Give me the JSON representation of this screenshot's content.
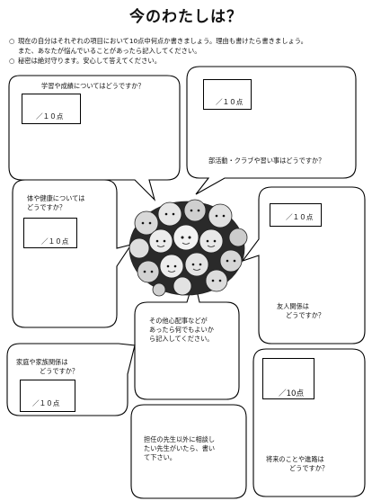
{
  "title": "今のわたしは？",
  "instructions": [
    {
      "bullet": "○",
      "text": "現在の自分はそれぞれの項目において10点中何点か書きましょう。理由も書けたら書きましょう。"
    },
    {
      "bullet": "",
      "text": "また、あなたが悩んでいることがあったら記入してください。"
    },
    {
      "bullet": "○",
      "text": "秘密は絶対守ります。安心して答えてください。"
    }
  ],
  "questions": {
    "study": "学習や成績についてはどうですか？",
    "club": "部活動・クラブや習い事はどうですか？",
    "health_line1": "体や健康については",
    "health_line2": "どうですか？",
    "friends_line1": "友人関係は",
    "friends_line2": "どうですか？",
    "other_line1": "その他心配事などが",
    "other_line2": "あったら何でもよいか",
    "other_line3": "ら記入してください。",
    "family_line1": "家庭や家族関係は",
    "family_line2": "どうですか？",
    "teacher_line1": "担任の先生以外に相談し",
    "teacher_line2": "たい先生がいたら、書い",
    "teacher_line3": "て下さい。",
    "future_line1": "将来のことや進路は",
    "future_line2": "どうですか？"
  },
  "score_label": "／１０点",
  "score_label_alt": "／10点"
}
